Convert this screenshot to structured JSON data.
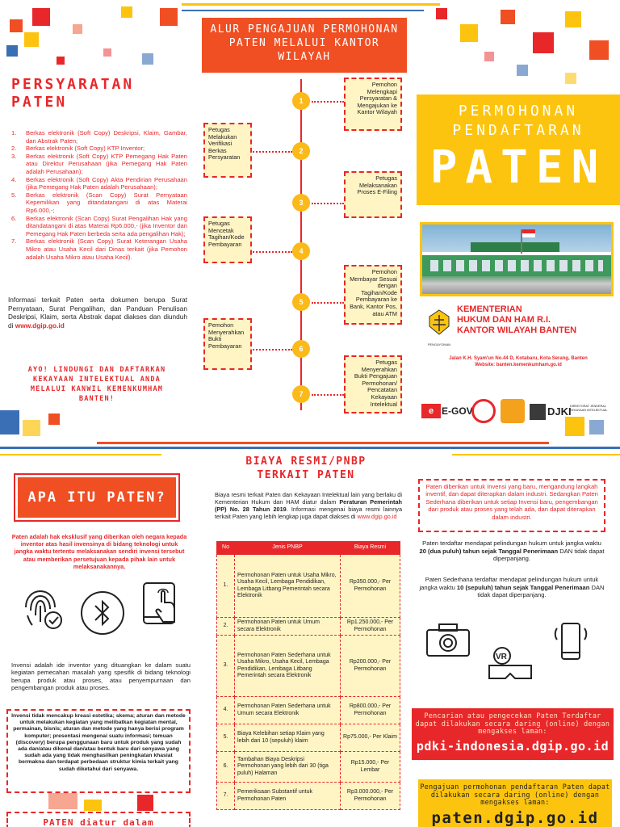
{
  "header": {
    "flow_title": "ALUR PENGAJUAN PERMOHONAN PATEN MELALUI KANTOR WILAYAH"
  },
  "persyaratan": {
    "title_line1": "PERSYARATAN",
    "title_line2": "PATEN",
    "items": [
      {
        "num": "1.",
        "text": "Berkas elektronik (Soft Copy) Deskripsi, Klaim, Gambar, dan Abstrak Paten;"
      },
      {
        "num": "2.",
        "text": "Berkas elektronik (Soft Copy) KTP Inventor;"
      },
      {
        "num": "3.",
        "text": "Berkas elektronik (Soft Copy) KTP Pemegang Hak Paten atau Direktur Perusahaan (jika Pemegang Hak Paten adalah Perusahaan);"
      },
      {
        "num": "4.",
        "text": "Berkas elektronik (Soft Copy) Akta Pendirian Perusahaan (jika Pemegang Hak Paten adalah Perusahaan);"
      },
      {
        "num": "5.",
        "text": "Berkas elektronik (Scan Copy) Surat Pernyataan Kepemilikan yang ditandatangani di atas Materai Rp6.000,-;"
      },
      {
        "num": "6.",
        "text": "Berkas elektronik (Scan Copy) Surat Pengalihan Hak yang ditandatangani di atas Materai Rp6.000,- (jika Inventor dan Pemegang Hak Paten berbeda serta ada pengalihan Hak);"
      },
      {
        "num": "7.",
        "text": "Berkas elektronik (Scan Copy) Surat Keterangan Usaha Mikro atau Usaha Kecil dari Dinas terkait (jika Pemohon adalah Usaha Mikro atau Usaha Kecil)."
      }
    ],
    "info_text": "Informasi terkait Paten serta dokumen berupa Surat Pernyataan, Surat Pengalihan, dan Panduan Penulisan Deskripsi, Klaim, serta Abstrak dapat diakses dan diunduh di",
    "info_link": "www.dgip.go.id",
    "ayo_text": "AYO! LINDUNGI DAN DAFTARKAN KEKAYAAN INTELEKTUAL ANDA MELALUI KANWIL KEMENKUMHAM BANTEN!"
  },
  "flow": {
    "steps": [
      {
        "num": "1",
        "side": "right",
        "text": "Pemohon Melengkapi Persyaratan & Mengajukan ke Kantor Wilayah"
      },
      {
        "num": "2",
        "side": "left",
        "text": "Petugas Melakukan Verifikasi Berkas Persyaratan"
      },
      {
        "num": "3",
        "side": "right",
        "text": "Petugas Melaksanakan Proses E-Filing"
      },
      {
        "num": "4",
        "side": "left",
        "text": "Petugas Mencetak Tagihan/Kode Pembayaran"
      },
      {
        "num": "5",
        "side": "right",
        "text": "Pemohon Membayar Sesuai dengan Tagihan/Kode Pembayaran ke Bank, Kantor Pos, atau ATM"
      },
      {
        "num": "6",
        "side": "left",
        "text": "Pemohon Menyerahkan Bukti Pembayaran"
      },
      {
        "num": "7",
        "side": "right",
        "text": "Petugas Menyerahkan Bukti Pengajuan Permohonan/ Pencatatan Kekayaan Intelektual"
      }
    ]
  },
  "cover": {
    "title_line1": "PERMOHONAN",
    "title_line2": "PENDAFTARAN",
    "big_title": "PATEN",
    "ministry_line1": "KEMENTERIAN",
    "ministry_line2": "HUKUM DAN HAM R.I.",
    "ministry_line3": "KANTOR WILAYAH BANTEN",
    "logo_caption": "PENGAYOMAN",
    "address": "Jalan K.H. Syam'un No.44 D, Kotabaru, Kota Serang, Banten",
    "website": "Website: banten.kemenkumham.go.id",
    "partner_logos": [
      "E-GOV",
      "DJKI"
    ],
    "djki_caption": "DIREKTORAT JENDERAL KEKAYAAN INTELEKTUAL"
  },
  "apa_itu": {
    "title": "APA ITU PATEN?",
    "definition": "Paten adalah hak eksklusif yang diberikan oleh negara kepada inventor atas hasil invensinya di bidang teknologi untuk jangka waktu tertentu melaksanakan sendiri invensi tersebut atau memberikan persetujuan kepada pihak lain untuk melaksanakannya.",
    "invensi": "Invensi adalah ide inventor yang dituangkan ke dalam suatu kegiatan pemecahan masalah yang spesifik di bidang teknologi berupa produk atau proses, atau penyempurnaan dan pengembangan produk atau proses.",
    "tidak_mencakup": "Invensi tidak mencakup kreasi estetika; skema; aturan dan metode untuk melakukan kegiatan yang melibatkan kegiatan mental, permainan, bisnis; aturan dan metode yang hanya berisi program komputer; presentasi mengenai suatu informasi; temuan (discovery) berupa penggunaan baru untuk produk yang sudah ada dan/atau dikenal dan/atau bentuk baru dari senyawa yang sudah ada yang tidak menghasilkan peningkatan khasiat bermakna dan terdapat perbedaan struktur kimia terkait yang sudah diketahui dari senyawa.",
    "diatur_title": "PATEN diatur dalam"
  },
  "biaya": {
    "title_line1": "BIAYA RESMI/PNBP",
    "title_line2": "TERKAIT PATEN",
    "para_before": "Biaya resmi terkait Paten dan Kekayaan Intelektual lain yang berlaku di Kementerian Hukum dan HAM diatur dalam",
    "para_bold": "Peraturan Pemerintah (PP) No. 28 Tahun 2019",
    "para_after": ". Informasi mengenai biaya resmi lainnya terkait Paten yang lebih lengkap juga dapat diakses di",
    "para_link": "www.dgip.go.id",
    "headers": [
      "No",
      "Jenis PNBP",
      "Biaya Resmi"
    ],
    "rows": [
      {
        "no": "1.",
        "jenis": "Permohonan Paten untuk Usaha Mikro, Usaha Kecil, Lembaga Pendidikan, Lembaga Litbang Pemerintah secara Elektronik",
        "biaya": "Rp350.000,- Per Permohonan"
      },
      {
        "no": "2.",
        "jenis": "Permohonan Paten untuk Umum secara Elektronik",
        "biaya": "Rp1.250.000,- Per Permohonan"
      },
      {
        "no": "3.",
        "jenis": "Permohonan Paten Sederhana untuk Usaha Mikro, Usaha Kecil, Lembaga Pendidikan, Lembaga Litbang Pemerintah secara Elektronik",
        "biaya": "Rp200.000,- Per Permohonan"
      },
      {
        "no": "4.",
        "jenis": "Permohonan Paten Sederhana untuk Umum secara Elektronik",
        "biaya": "Rp800.000,- Per Permohonan"
      },
      {
        "no": "5.",
        "jenis": "Biaya Kelebihan setiap Klaim yang lebih dari 10 (sepuluh) klaim",
        "biaya": "Rp75.000,- Per Klaim"
      },
      {
        "no": "6.",
        "jenis": "Tambahan Biaya Deskripsi Permohonan yang lebih dari 30 (tiga puluh) Halaman",
        "biaya": "Rp15.000,- Per Lembar"
      },
      {
        "no": "7.",
        "jenis": "Pemeriksaan Substantif untuk Permohonan Paten",
        "biaya": "Rp3.000.000,- Per Permohonan"
      }
    ]
  },
  "info_right": {
    "box_text": "Paten diberikan untuk Invensi yang baru, mengandung langkah inventif, dan dapat diterapkan dalam industri. Sedangkan Paten Sederhana diberikan untuk setiap Invensi baru, pengembangan dari produk atau proses yang telah ada, dan dapat diterapkan dalam industri.",
    "paten_pre": "Paten terdaftar mendapat pelindungan hukum untuk jangka waktu",
    "paten_bold": "20 (dua puluh) tahun sejak Tanggal Penerimaan",
    "paten_post": "DAN tidak dapat diperpanjang.",
    "sederhana_pre": "Paten Sederhana terdaftar mendapat pelindungan hukum untuk jangka waktu",
    "sederhana_bold": "10 (sepuluh) tahun sejak Tanggal Penerimaan",
    "sederhana_post": "DAN tidak dapat diperpanjang.",
    "search_text": "Pencarian atau pengecekan Paten Terdaftar dapat dilakukan secara daring (online) dengan mengakses laman:",
    "search_url": "pdki-indonesia.dgip.go.id",
    "apply_text": "Pengajuan permohonan pendaftaran Paten dapat dilakukan secara daring (online) dengan mengakses laman:",
    "apply_url": "paten.dgip.go.id"
  },
  "colors": {
    "accent_red": "#e8272a",
    "accent_orange": "#f04e23",
    "accent_yellow": "#fcc40f",
    "box_fill": "#fff5c4"
  },
  "icons": [
    "fingerprint-icon",
    "bluetooth-icon",
    "touch-tablet-icon",
    "camera-icon",
    "vr-headset-icon",
    "smartphone-icon"
  ]
}
